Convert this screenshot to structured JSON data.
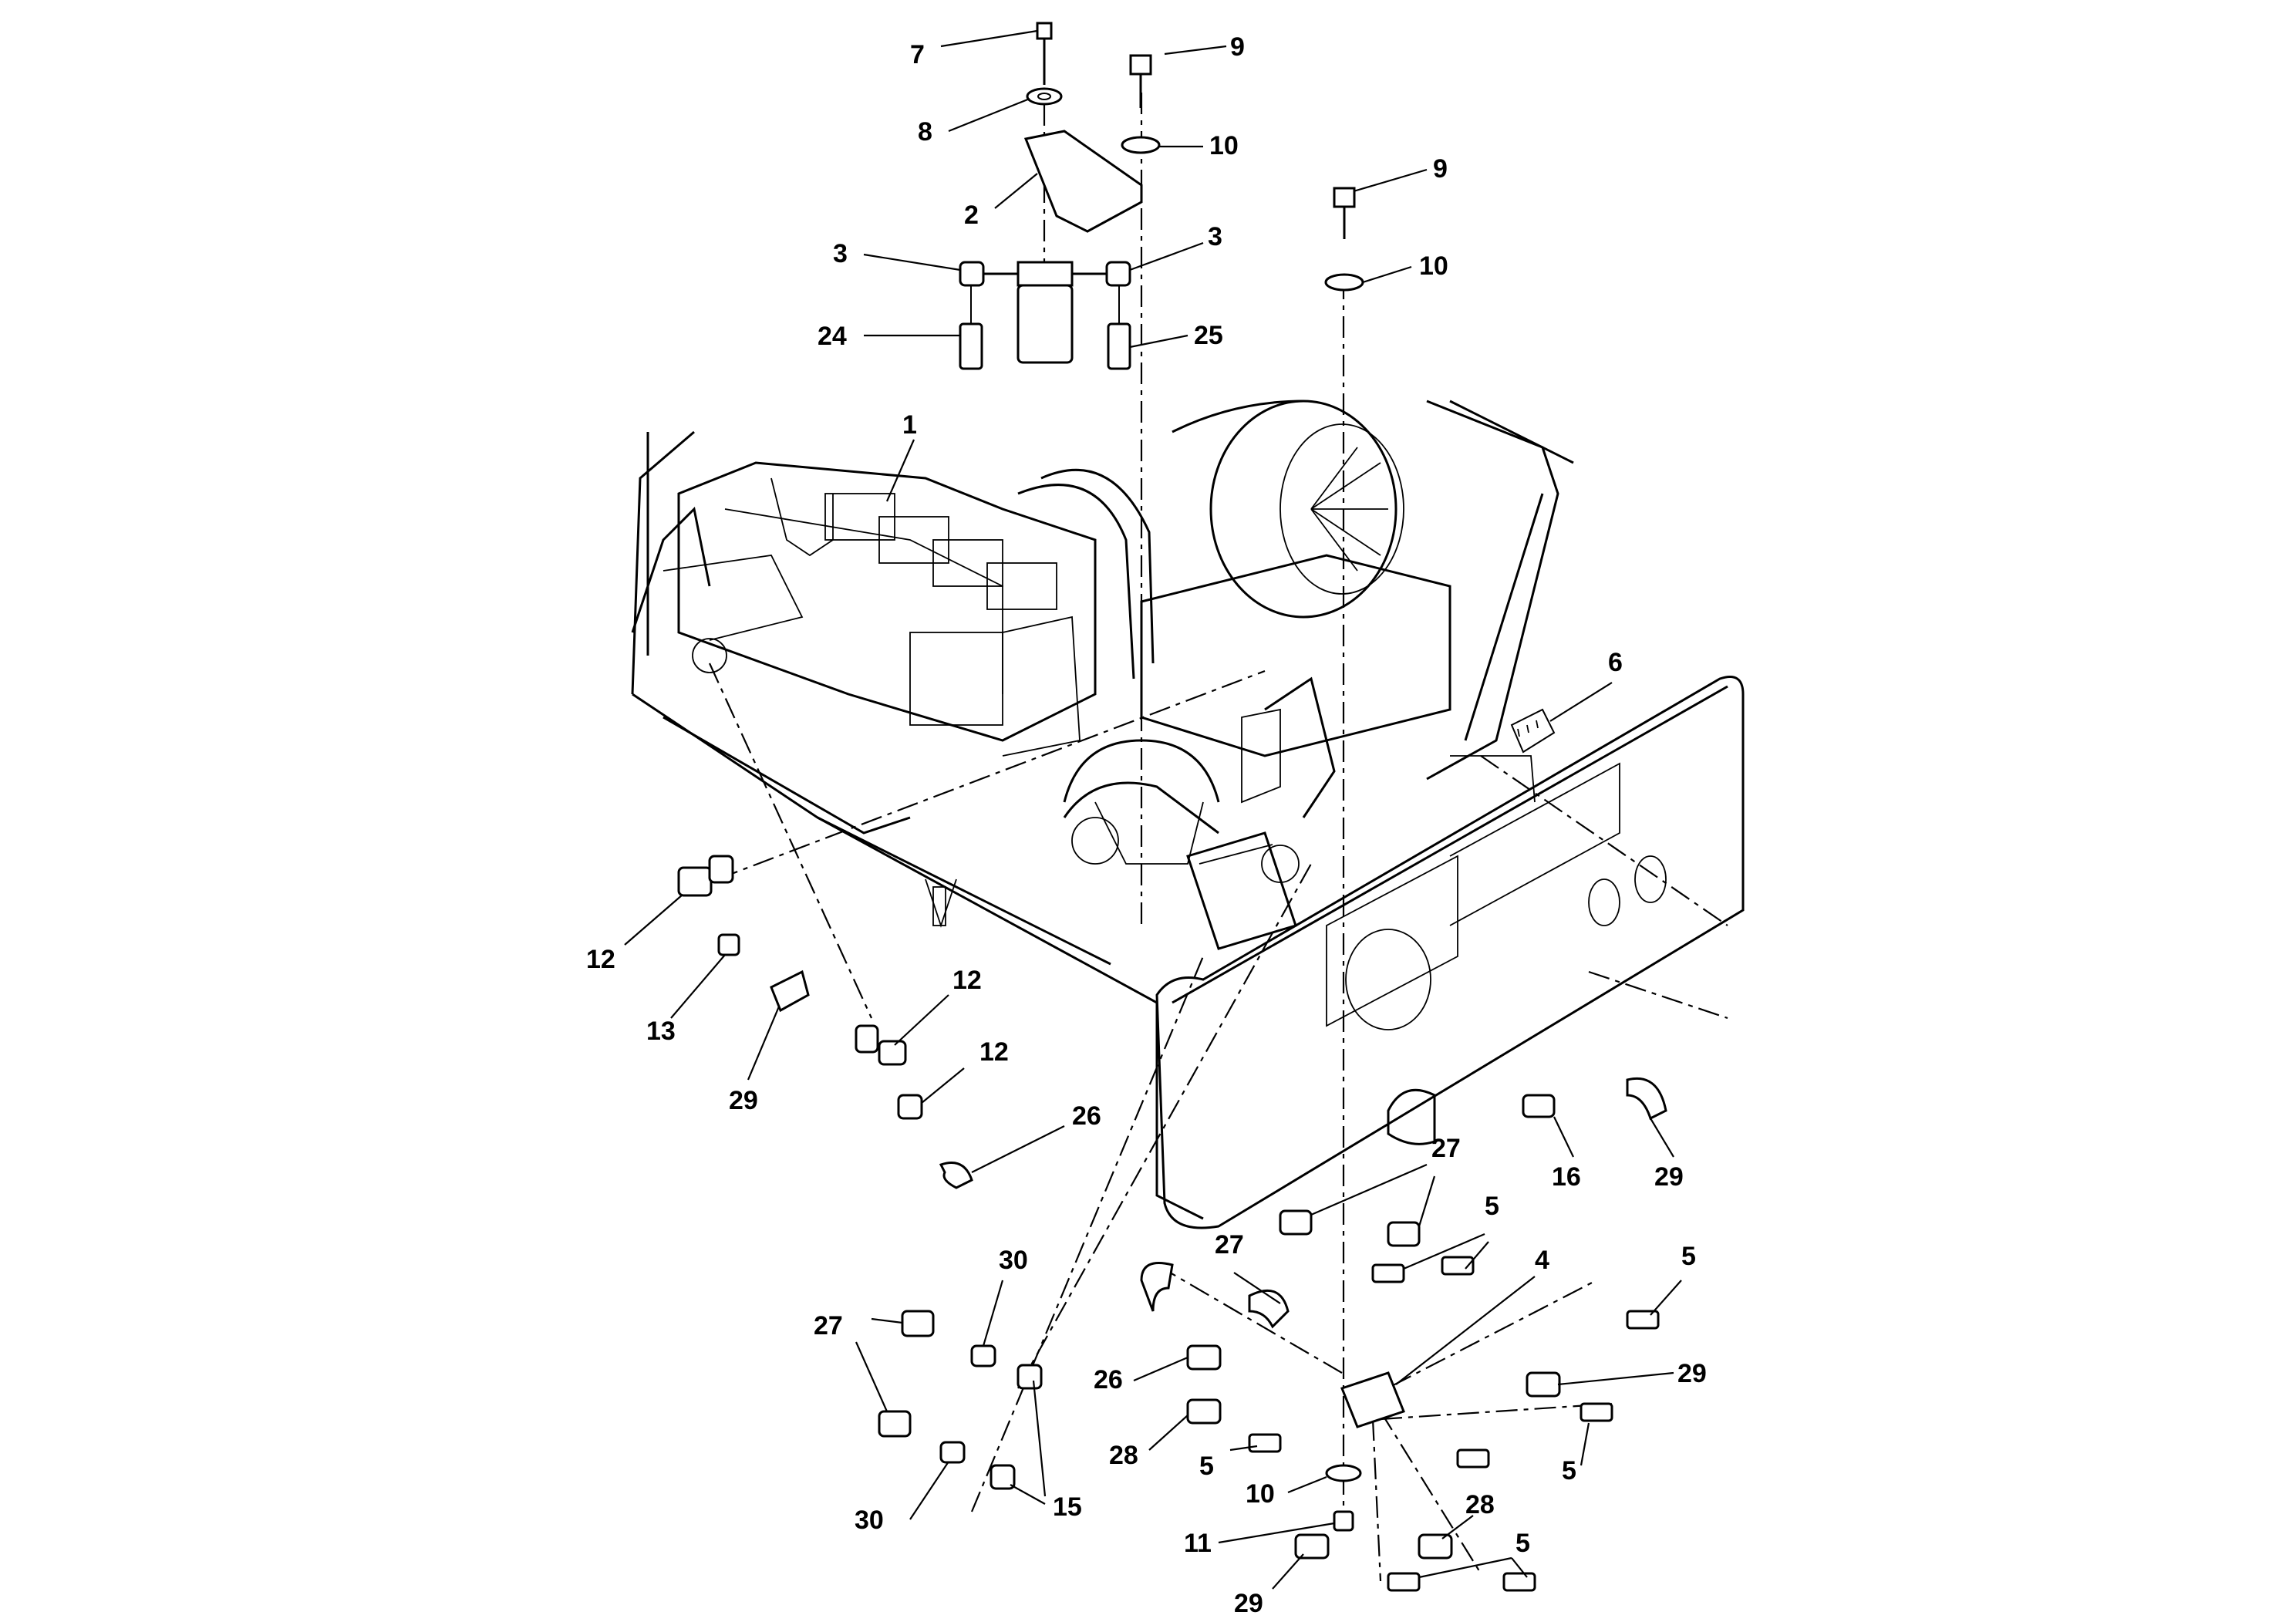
{
  "callouts": [
    {
      "id": "c7",
      "label": "7"
    },
    {
      "id": "c9a",
      "label": "9"
    },
    {
      "id": "c8",
      "label": "8"
    },
    {
      "id": "c10a",
      "label": "10"
    },
    {
      "id": "c2",
      "label": "2"
    },
    {
      "id": "c9b",
      "label": "9"
    },
    {
      "id": "c3a",
      "label": "3"
    },
    {
      "id": "c3b",
      "label": "3"
    },
    {
      "id": "c10b",
      "label": "10"
    },
    {
      "id": "c24",
      "label": "24"
    },
    {
      "id": "c25",
      "label": "25"
    },
    {
      "id": "c1",
      "label": "1"
    },
    {
      "id": "c6",
      "label": "6"
    },
    {
      "id": "c12a",
      "label": "12"
    },
    {
      "id": "c13",
      "label": "13"
    },
    {
      "id": "c29a",
      "label": "29"
    },
    {
      "id": "c12b",
      "label": "12"
    },
    {
      "id": "c12c",
      "label": "12"
    },
    {
      "id": "c26a",
      "label": "26"
    },
    {
      "id": "c16",
      "label": "16"
    },
    {
      "id": "c29b",
      "label": "29"
    },
    {
      "id": "c27a",
      "label": "27"
    },
    {
      "id": "c5a",
      "label": "5"
    },
    {
      "id": "c27b",
      "label": "27"
    },
    {
      "id": "c4",
      "label": "4"
    },
    {
      "id": "c5b",
      "label": "5"
    },
    {
      "id": "c30a",
      "label": "30"
    },
    {
      "id": "c27c",
      "label": "27"
    },
    {
      "id": "c29c",
      "label": "29"
    },
    {
      "id": "c26b",
      "label": "26"
    },
    {
      "id": "c28a",
      "label": "28"
    },
    {
      "id": "c5c",
      "label": "5"
    },
    {
      "id": "c5d",
      "label": "5"
    },
    {
      "id": "c15",
      "label": "15"
    },
    {
      "id": "c30b",
      "label": "30"
    },
    {
      "id": "c10c",
      "label": "10"
    },
    {
      "id": "c28b",
      "label": "28"
    },
    {
      "id": "c11",
      "label": "11"
    },
    {
      "id": "c5e",
      "label": "5"
    },
    {
      "id": "c29d",
      "label": "29"
    }
  ]
}
